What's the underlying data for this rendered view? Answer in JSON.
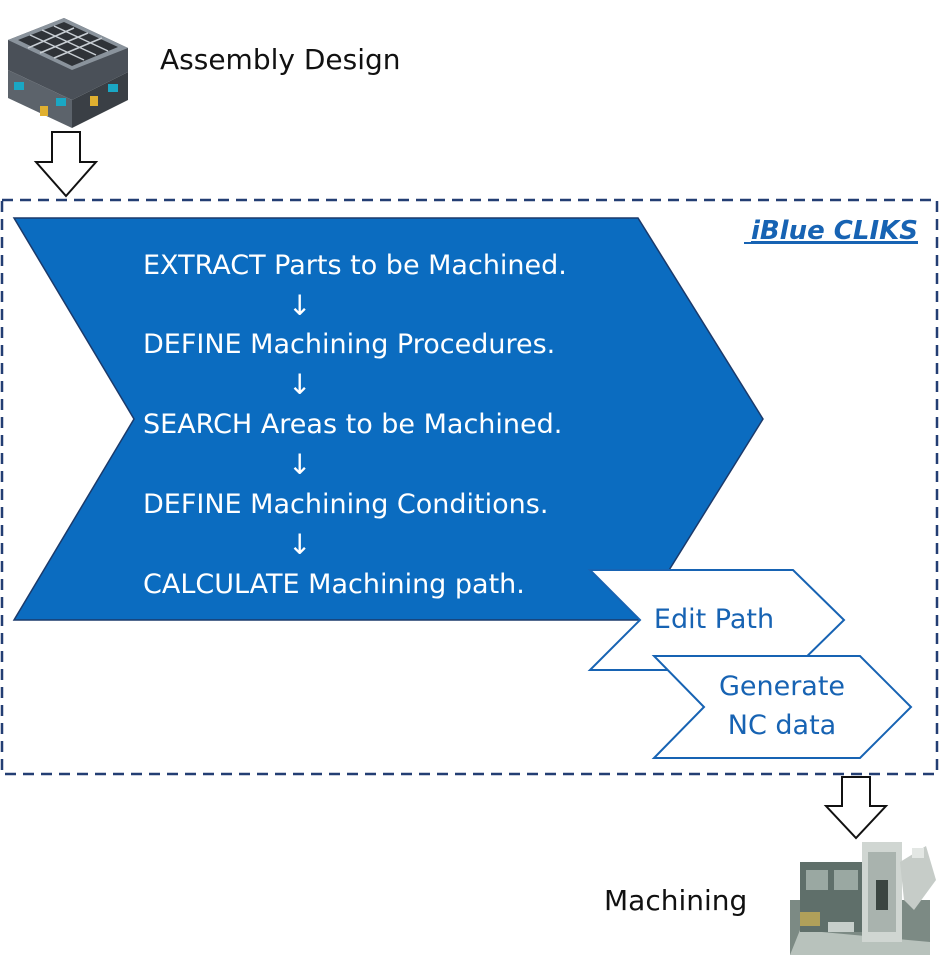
{
  "top_caption": "Assembly Design",
  "bottom_caption": "Machining",
  "brand_label": "iBlue CLIKS",
  "steps": [
    "EXTRACT Parts to be Machined.",
    "DEFINE Machining Procedures.",
    "SEARCH Areas to be Machined.",
    "DEFINE Machining Conditions.",
    "CALCULATE Machining path."
  ],
  "step_arrow": "↓",
  "edit_path_label": "Edit Path",
  "generate_line1": "Generate",
  "generate_line2": "NC data",
  "colors": {
    "chevron_fill": "#0b6cc0",
    "outline_blue": "#1763b3",
    "dashed_border": "#233e73"
  }
}
